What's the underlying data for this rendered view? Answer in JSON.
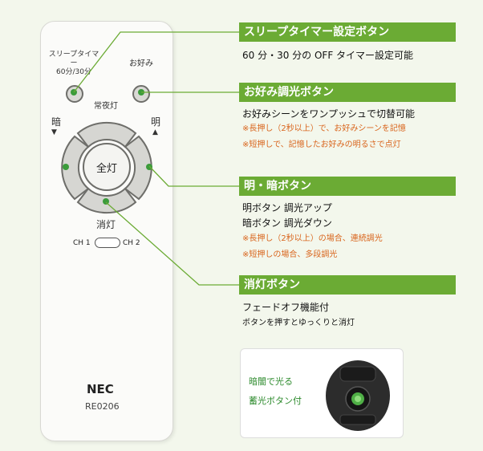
{
  "remote": {
    "sleep_label_line1": "スリープタイマー",
    "sleep_label_line2": "60分/30分",
    "fav_label": "お好み",
    "night_label": "常夜灯",
    "dark_label": "暗",
    "bright_label": "明",
    "full_label": "全灯",
    "off_label": "消灯",
    "ch1": "CH 1",
    "ch2": "CH 2",
    "brand": "NEC",
    "model": "RE0206"
  },
  "sections": [
    {
      "title": "スリープタイマー設定ボタン",
      "desc": [
        "60 分・30 分の OFF タイマー設定可能"
      ],
      "notes": []
    },
    {
      "title": "お好み調光ボタン",
      "desc": [
        "お好みシーンをワンプッシュで切替可能"
      ],
      "notes": [
        "※長押し（2秒以上）で、お好みシーンを記憶",
        "※短押しで、記憶したお好みの明るさで点灯"
      ]
    },
    {
      "title": "明・暗ボタン",
      "desc": [
        "明ボタン 調光アップ",
        "暗ボタン 調光ダウン"
      ],
      "notes": [
        "※長押し（2秒以上）の場合、連続調光",
        "※短押しの場合、多段調光"
      ]
    },
    {
      "title": "消灯ボタン",
      "desc": [
        "フェードオフ機能付",
        "ボタンを押すとゆっくりと消灯"
      ],
      "notes": []
    }
  ],
  "inset": {
    "line1": "暗闇で光る",
    "line2": "蓄光ボタン付"
  },
  "colors": {
    "accent": "#6bab34",
    "note": "#d9651d",
    "glow": "#3b9b3b"
  }
}
